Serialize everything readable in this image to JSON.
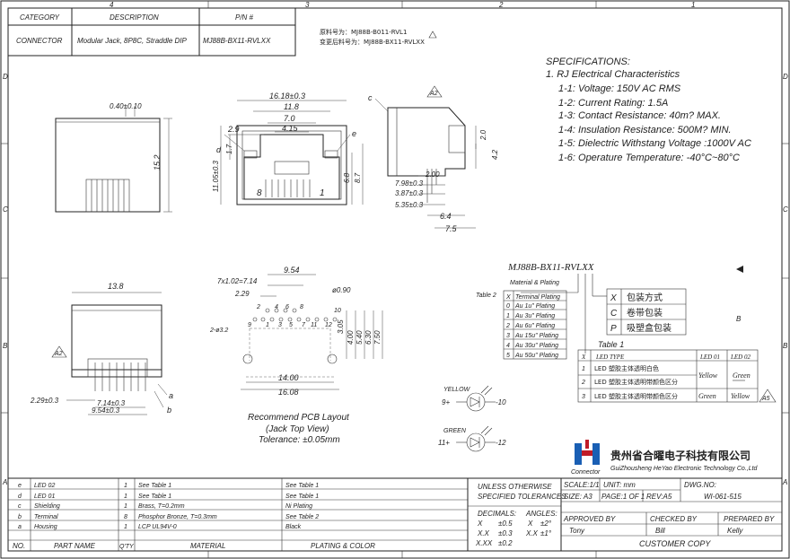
{
  "frame": {
    "columns": [
      "4",
      "3",
      "2",
      "1"
    ],
    "rows": [
      "D",
      "C",
      "B",
      "A"
    ]
  },
  "title_block": {
    "category_label": "CATEGORY",
    "description_label": "DESCRIPTION",
    "pn_label": "P/N #",
    "category": "CONNECTOR",
    "description": "Modular Jack, 8P8C, Straddle DIP",
    "pn": "MJ88B-BX11-RVLXX"
  },
  "part_change": {
    "original": "原料号为：MJ88B-B011-RVL1",
    "changed": "变更后料号为：MJ88B-BX11-RVLXX"
  },
  "specs": {
    "title": "SPECIFICATIONS:",
    "heading": "1. RJ Electrical Characteristics",
    "items": [
      "1-1: Voltage: 150V AC RMS",
      "1-2: Current Rating: 1.5A",
      "1-3: Contact Resistance: 40m? MAX.",
      "1-4: Insulation Resistance: 500M? MIN.",
      "1-5: Dielectric Withstang Voltage :1000V AC",
      "1-6: Operature Temperature: -40°C~80°C"
    ]
  },
  "dims_top": {
    "d_0_40": "0.40±0.10",
    "d_15_2": "15.2",
    "d_16_18": "16.18±0.3",
    "d_11_8": "11.8",
    "d_7_0": "7.0",
    "d_4_15": "4.15",
    "d_2_9": "2.9",
    "d_1_7": "1.7",
    "d_11_05": "11.05±0.3",
    "d_6_8": "6.8",
    "d_8_7": "8.7",
    "pin_8": "8",
    "pin_1": "1",
    "lbl_d": "d",
    "lbl_e": "e",
    "lbl_c": "c",
    "d_2_0": "2.0",
    "d_4_2": "4.2",
    "d_2_00": "2.00",
    "d_7_98": "7.98±0.3",
    "d_3_87": "3.87±0.3",
    "d_5_35": "5.35±0.3",
    "d_6_4": "6.4",
    "d_7_5": "7.5"
  },
  "dims_bottom": {
    "d_13_8": "13.8",
    "d_2_29b": "2.29±0.3",
    "d_7_14b": "7.14±0.3",
    "d_9_54b": "9.54±0.3",
    "lbl_a": "a",
    "lbl_b": "b",
    "d_9_54": "9.54",
    "d_7x102": "7x1.02=7.14",
    "d_2_29": "2.29",
    "d_0_90": "ø0.90",
    "d_2x32": "2-ø3.2",
    "d_3_05": "3.05",
    "d_4_00": "4.00",
    "d_5_40": "5.40",
    "d_6_30": "6.30",
    "d_7_50": "7.50",
    "d_14_00": "14.00",
    "d_16_08": "16.08",
    "pin_2": "2",
    "pin_4": "4",
    "pin_6": "6",
    "pin_8b": "8",
    "pin_1b": "1",
    "pin_3": "3",
    "pin_5": "5",
    "pin_7": "7",
    "pin_11": "11",
    "pin_12": "12",
    "pin_9": "9",
    "pin_10": "10"
  },
  "pcb_note": {
    "line1": "Recommend PCB Layout",
    "line2": "(Jack Top View)",
    "line3": "Tolerance: ±0.05mm"
  },
  "model": {
    "code": "MJ88B-BX11-RVLXX",
    "material_label": "Material & Plating",
    "table2_label": "Table 2",
    "table1_label": "Table 1"
  },
  "table2": {
    "header": [
      "X",
      "Terminal Plating"
    ],
    "rows": [
      [
        "0",
        "Au 1u\" Plating"
      ],
      [
        "1",
        "Au 3u\" Plating"
      ],
      [
        "2",
        "Au 6u\" Plating"
      ],
      [
        "3",
        "Au 15u\" Plating"
      ],
      [
        "4",
        "Au 30u\" Plating"
      ],
      [
        "5",
        "Au 50u\" Plating"
      ]
    ]
  },
  "packing": {
    "rows": [
      [
        "X",
        "包装方式"
      ],
      [
        "C",
        "卷带包装"
      ],
      [
        "P",
        "吸塑盒包装"
      ]
    ]
  },
  "table1": {
    "header": [
      "X",
      "LED TYPE",
      "LED 01",
      "LED 02"
    ],
    "rows": [
      [
        "1",
        "LED 塑胶主体透明白色",
        "Yellow",
        "Green"
      ],
      [
        "2",
        "LED 塑胶主体透明带颜色区分",
        "",
        ""
      ],
      [
        "3",
        "LED 塑胶主体透明带颜色区分",
        "Green",
        "Yellow"
      ]
    ]
  },
  "led_schematic": {
    "yellow_label": "YELLOW",
    "green_label": "GREEN",
    "y_plus": "9+",
    "y_minus": "-10",
    "g_plus": "11+",
    "g_minus": "-12"
  },
  "company": {
    "name_cn": "贵州省合曜电子科技有限公司",
    "name_en": "GuiZhousheng HeYao Electronic Technology Co.,Ltd",
    "logo_sub": "Connector"
  },
  "bom": {
    "rows": [
      {
        "id": "e",
        "part": "LED 02",
        "qty": "1",
        "material": "See Table 1",
        "plating": "See Table 1"
      },
      {
        "id": "d",
        "part": "LED 01",
        "qty": "1",
        "material": "See Table 1",
        "plating": "See Table 1"
      },
      {
        "id": "c",
        "part": "Shielding",
        "qty": "1",
        "material": "Brass, T=0.2mm",
        "plating": "Ni Plating"
      },
      {
        "id": "b",
        "part": "Terminal",
        "qty": "8",
        "material": "Phosphor Bronze, T=0.3mm",
        "plating": "See Table 2"
      },
      {
        "id": "a",
        "part": "Housing",
        "qty": "1",
        "material": "LCP UL94V-0",
        "plating": "Black"
      }
    ],
    "headers": {
      "no": "NO.",
      "part": "PART NAME",
      "qty": "Q'TY",
      "material": "MATERIAL",
      "plating": "PLATING & COLOR"
    }
  },
  "tolerances": {
    "line1": "UNLESS OTHERWISE",
    "line2": "SPECIFIED TOLERANCES",
    "decimals": "DECIMALS:",
    "angles": "ANGLES:",
    "x": "X",
    "x_val": "±0.5",
    "xx": "X.X",
    "xx_val": "±0.3",
    "xxx": "X.XX",
    "xxx_val": "±0.2",
    "ax": "X",
    "ax_val": "±2°",
    "axx": "X.X",
    "axx_val": "±1°"
  },
  "drawing_info": {
    "scale": "SCALE:1/1",
    "unit": "UNIT: mm",
    "size": "SIZE: A3",
    "page": "PAGE:1 OF 1",
    "rev": "REV:A5",
    "dwg_label": "DWG.NO:",
    "dwg_no": "WI-061-515",
    "approved_label": "APPROVED BY",
    "checked_label": "CHECKED BY",
    "prepared_label": "PREPARED BY",
    "approved": "Tony",
    "checked": "Bill",
    "prepared": "Kelly",
    "customer_copy": "CUSTOMER COPY"
  },
  "revision_marks": {
    "a2": "A2",
    "a5": "A5",
    "b": "B"
  }
}
